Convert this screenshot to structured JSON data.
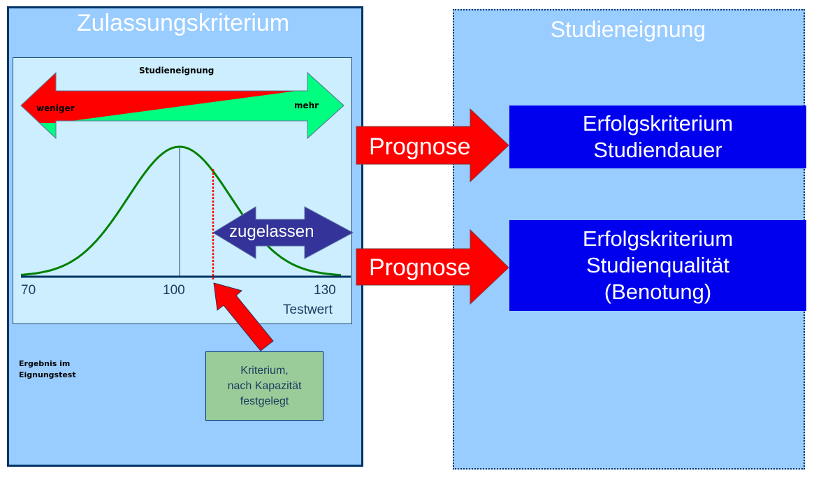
{
  "left_panel": {
    "title": "Zulassungskriterium",
    "scale_arrow": {
      "title": "Studieneignung",
      "left_label": "weniger",
      "right_label": "mehr",
      "left_color": "#ff0000",
      "right_color": "#00ff80"
    },
    "distribution": {
      "axis_ticks": [
        "70",
        "100",
        "130"
      ],
      "axis_label": "Testwert",
      "curve_color": "#008000",
      "cutoff_color": "#ff0000"
    },
    "admitted_label": "zugelassen",
    "result_label_line1": "Ergebnis im",
    "result_label_line2": "Eignungstest",
    "criterion_box": {
      "line1": "Kriterium,",
      "line2": "nach Kapazität",
      "line3": "festgelegt"
    }
  },
  "arrows": [
    {
      "label": "Prognose"
    },
    {
      "label": "Prognose"
    }
  ],
  "right_panel": {
    "title": "Studieneignung",
    "boxes": [
      {
        "line1": "Erfolgskriterium",
        "line2": "Studiendauer"
      },
      {
        "line1": "Erfolgskriterium",
        "line2": "Studienqualität",
        "line3": "(Benotung)"
      }
    ]
  },
  "colors": {
    "panel_bg": "#99ccff",
    "inner_bg": "#cceeff",
    "criterion_box_bg": "#0000ee",
    "prognose_arrow": "#ff0000",
    "admitted_arrow": "#333399"
  }
}
